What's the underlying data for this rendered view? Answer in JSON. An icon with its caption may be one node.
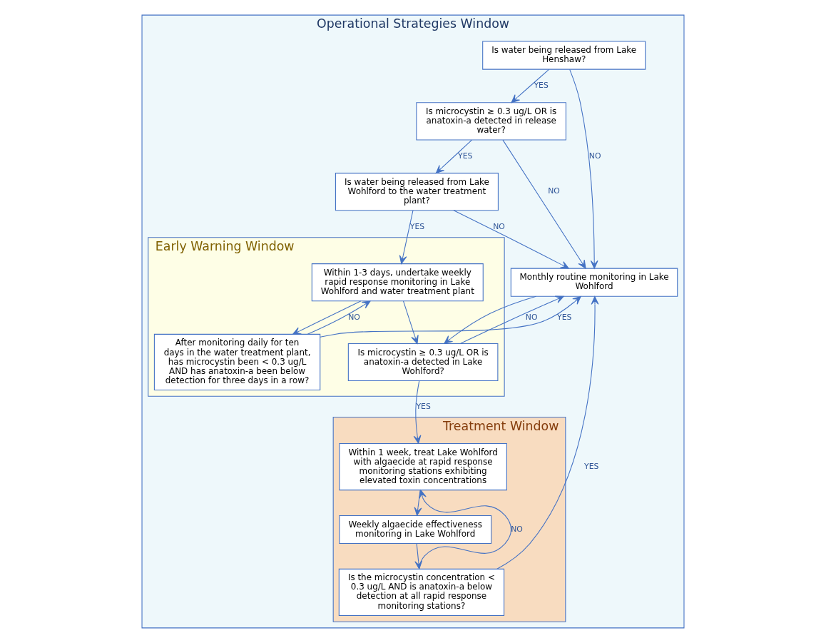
{
  "diagram": {
    "nodes": [
      {
        "text": [
          "Operational Strategies Window"
        ]
      },
      {
        "text": [
          "Is water being released from Lake Henshaw?"
        ],
        "in": 0
      },
      {
        "text": [
          "Is microcystin ≥ 0.3 ug/L OR is anatoxin-a detected in release water?"
        ],
        "in": 0
      },
      {
        "text": [
          "Is water being released from Lake Wohlford to the water treatment plant?"
        ],
        "in": 0
      },
      {
        "text": [
          "Monthly routine monitoring in Lake Wohlford"
        ],
        "in": 0
      },
      {
        "text": [
          "Early Warning Window"
        ],
        "in": 0
      },
      {
        "text": [
          "Within 1-3 days, undertake weekly rapid response monitoring in Lake Wohlford and water treatment plant"
        ],
        "in": 5
      },
      {
        "text": [
          "Is microcystin ≥ 0.3 ug/L OR is anatoxin-a detected in Lake Wohlford?"
        ],
        "in": 5
      },
      {
        "text": [
          "After monitoring daily for ten days in the water treatment plant, has microcystin been < 0.3 ug/L AND has anatoxin-a been below detection for three days in a row?"
        ],
        "in": 5
      },
      {
        "text": [
          "Treatment Window"
        ],
        "in": 0
      },
      {
        "text": [
          "Within 1 week, treat Lake Wohlford with algaecide at rapid response monitoring stations exhibiting elevated toxin concentrations"
        ],
        "in": 9
      },
      {
        "text": [
          "Weekly algaecide effectiveness monitoring in Lake Wohlford"
        ],
        "in": 9
      },
      {
        "text": [
          "Is the microcystin concentration < 0.3 ug/L AND is anatoxin-a below detection at all rapid response monitoring stations?"
        ],
        "in": 9
      }
    ],
    "edges": [
      {
        "from": 1,
        "to": 2,
        "arrow": "to",
        "label": "YES"
      },
      {
        "from": 1,
        "to": 4,
        "arrow": "to",
        "label": "NO"
      },
      {
        "from": 2,
        "to": 3,
        "arrow": "to",
        "label": "YES"
      },
      {
        "from": 2,
        "to": 4,
        "arrow": "to",
        "label": "NO"
      },
      {
        "from": 3,
        "to": 4,
        "arrow": "to",
        "label": "NO"
      },
      {
        "from": 3,
        "to": 6,
        "arrow": "to",
        "label": "YES"
      },
      {
        "from": 4,
        "to": 7,
        "arrow": "to"
      },
      {
        "from": 6,
        "to": 7,
        "arrow": "to"
      },
      {
        "from": 6,
        "to": 8,
        "arrow": "to"
      },
      {
        "from": 8,
        "to": 6,
        "arrow": "to",
        "label": "NO"
      },
      {
        "from": 7,
        "to": 10,
        "arrow": "to",
        "label": "YES"
      },
      {
        "from": 7,
        "to": 4,
        "arrow": "to",
        "label": "NO"
      },
      {
        "from": 10,
        "to": 11,
        "arrow": "to"
      },
      {
        "from": 11,
        "to": 12,
        "arrow": "to"
      },
      {
        "from": 12,
        "to": 10,
        "arrow": "to",
        "label": "NO"
      },
      {
        "from": 8,
        "to": 4,
        "arrow": "to",
        "label": "YES"
      },
      {
        "from": 12,
        "to": 4,
        "arrow": "to",
        "label": "YES"
      }
    ]
  }
}
